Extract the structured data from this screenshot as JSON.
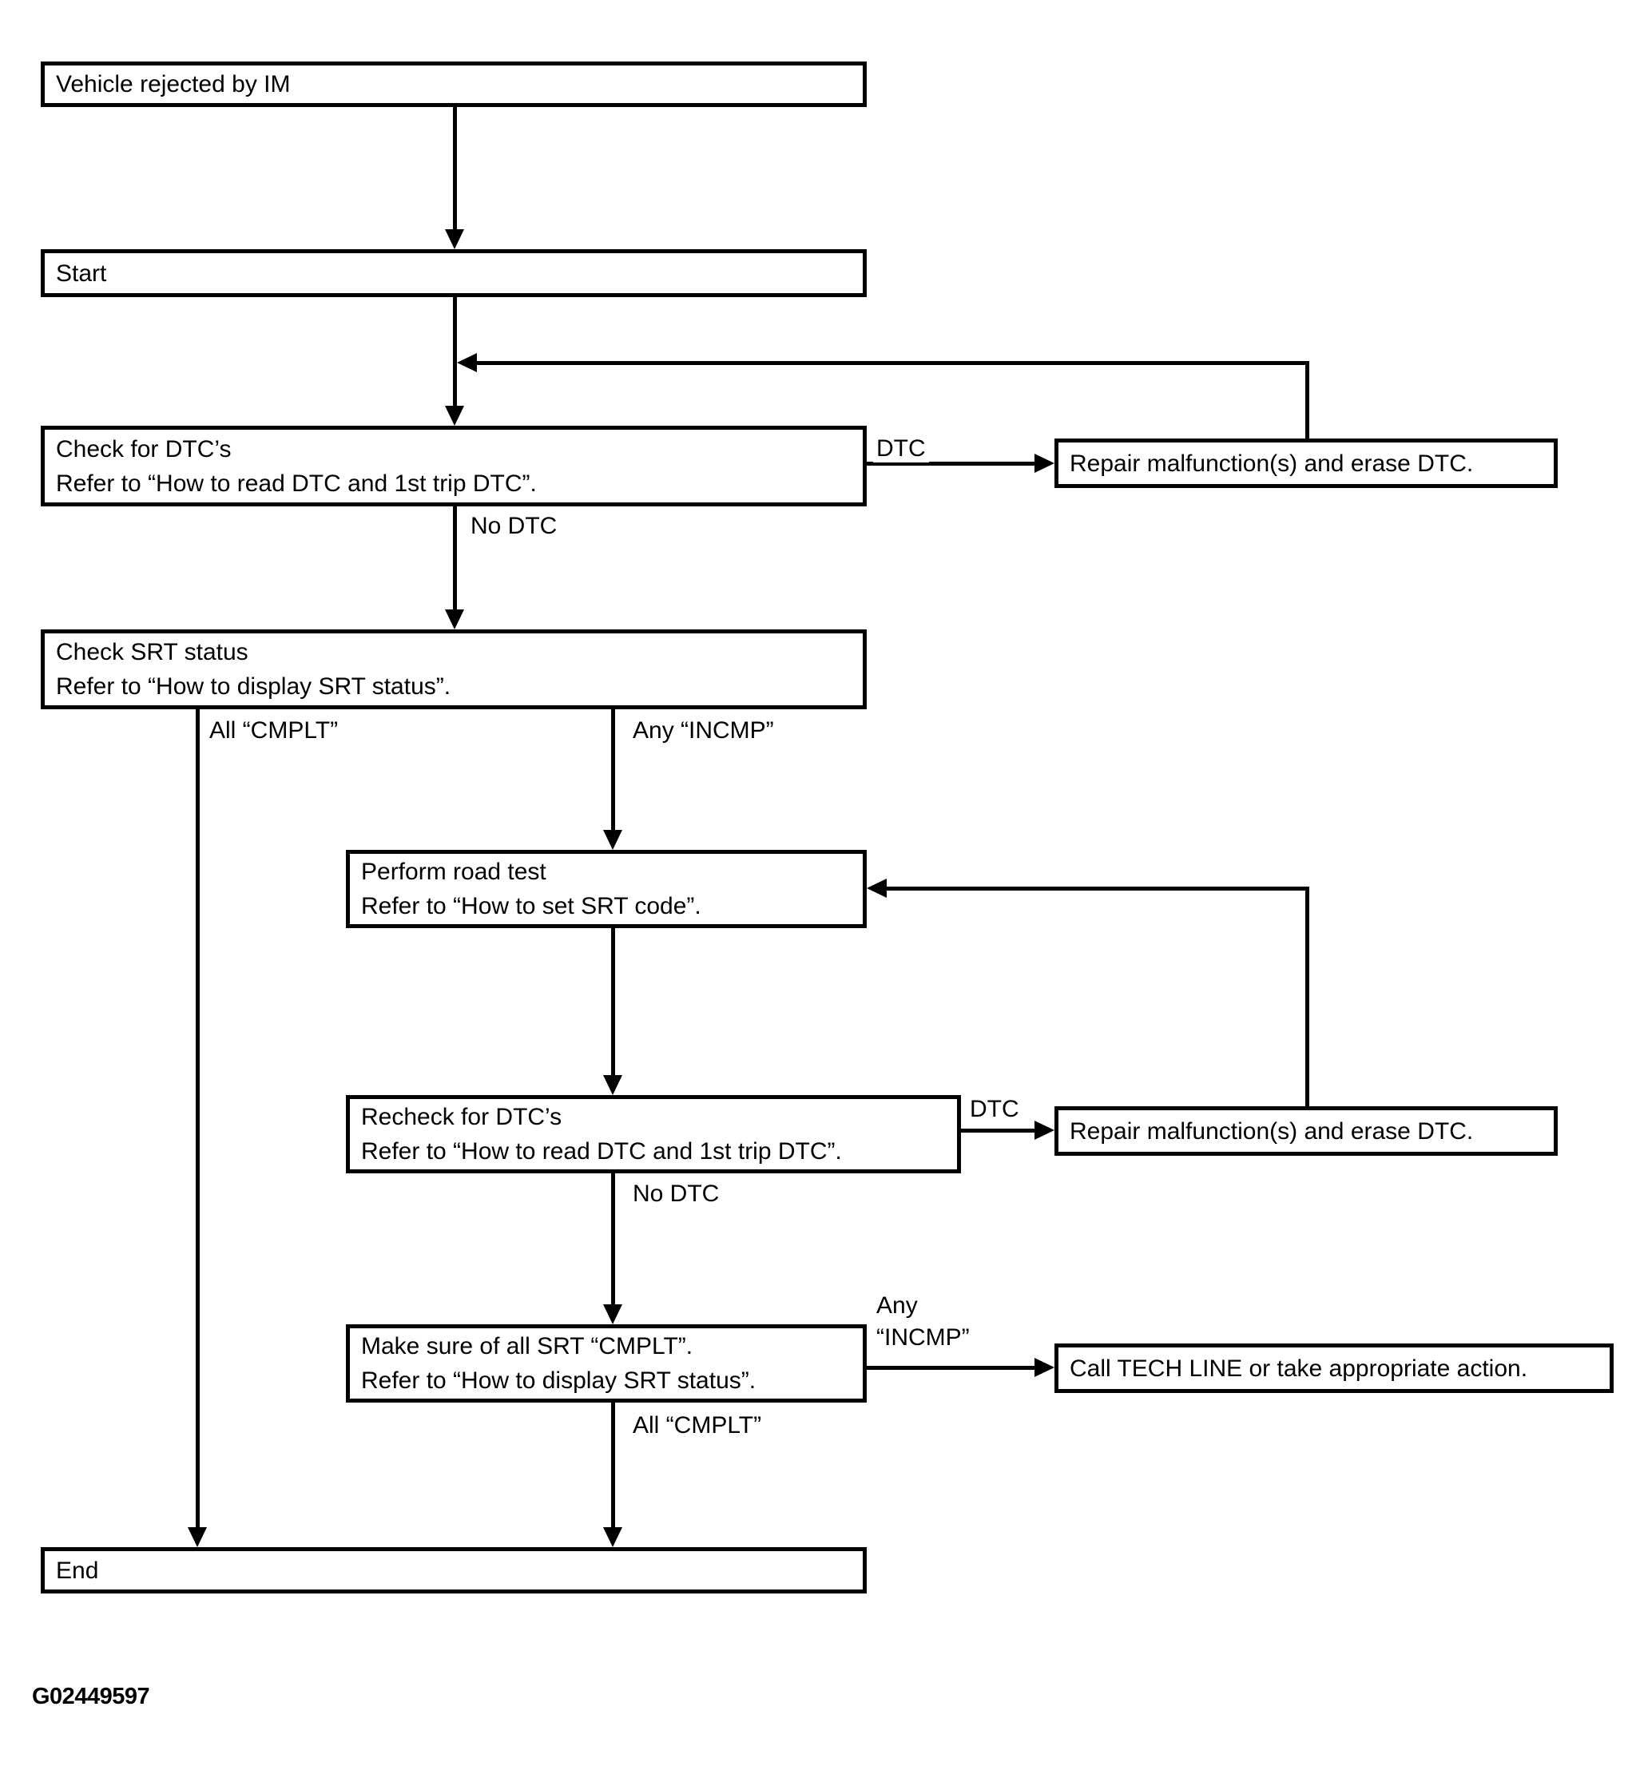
{
  "figure_code": "G02449597",
  "boxes": {
    "vehicle": {
      "line1": "Vehicle rejected by IM"
    },
    "start": {
      "line1": "Start"
    },
    "check_dtc": {
      "line1": "Check for DTC’s",
      "line2": "Refer to “How to read DTC and 1st trip DTC”."
    },
    "repair_1": {
      "line1": "Repair malfunction(s) and erase DTC."
    },
    "check_srt": {
      "line1": "Check SRT status",
      "line2": "Refer to “How to display SRT status”."
    },
    "road_test": {
      "line1": "Perform road test",
      "line2": "Refer to “How to set SRT code”."
    },
    "recheck_dtc": {
      "line1": "Recheck for DTC’s",
      "line2": "Refer to “How to read DTC and 1st trip DTC”."
    },
    "repair_2": {
      "line1": "Repair malfunction(s) and erase DTC."
    },
    "make_sure_srt": {
      "line1": "Make sure of all SRT “CMPLT”.",
      "line2": "Refer to “How to display SRT status”."
    },
    "tech_line": {
      "line1": "Call TECH LINE or take appropriate action."
    },
    "end": {
      "line1": "End"
    }
  },
  "edge_labels": {
    "dtc_1": "DTC",
    "no_dtc_1": "No DTC",
    "all_cmplt_1": "All “CMPLT”",
    "any_incmp_1": "Any “INCMP”",
    "dtc_2": "DTC",
    "no_dtc_2": "No DTC",
    "any_incmp_2_line1": "Any",
    "any_incmp_2_line2": "“INCMP”",
    "all_cmplt_2": "All “CMPLT”"
  },
  "colors": {
    "ink": "#000000",
    "background": "#ffffff"
  }
}
